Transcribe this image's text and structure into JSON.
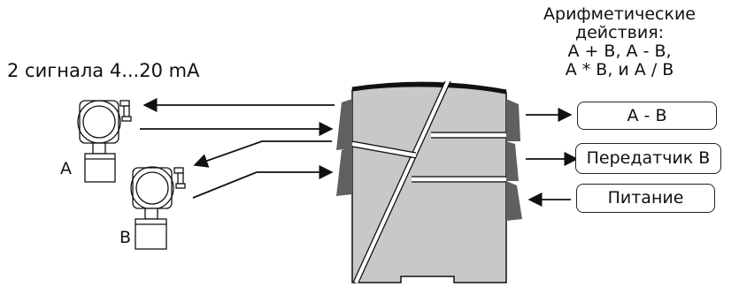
{
  "left_title": "2 сигнала 4...20 mA",
  "operations": {
    "lines": [
      "Арифметические",
      "действия:",
      "A + B, A - B,",
      "A * B,  и A / B"
    ]
  },
  "outputs": {
    "out1": "A - B",
    "out2": "Передатчик B",
    "power": "Питание"
  },
  "transmitters": {
    "a_label": "A",
    "b_label": "B"
  },
  "colors": {
    "device_body": "#c8c8c8",
    "terminal": "#606060",
    "line": "#111111"
  }
}
